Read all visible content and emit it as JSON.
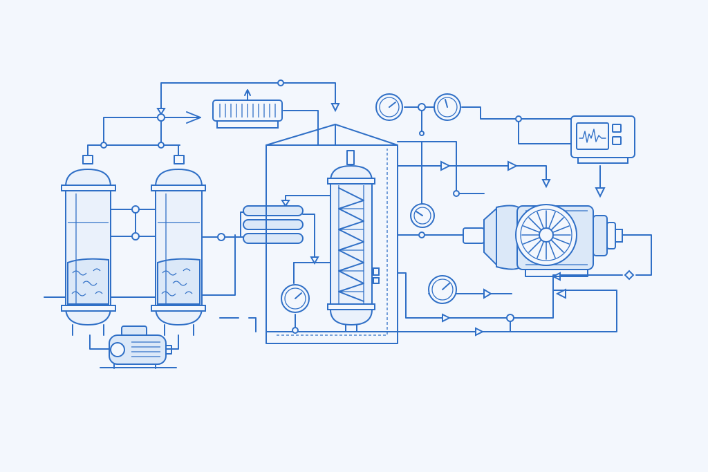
{
  "colors": {
    "background": "#f3f7fd",
    "line": "#2f6fc6",
    "fill": "#dbe8f8"
  },
  "components": [
    {
      "name": "vessel-left",
      "icon": "pressure-vessel-icon"
    },
    {
      "name": "vessel-right",
      "icon": "pressure-vessel-icon"
    },
    {
      "name": "electric-motor-pump",
      "icon": "motor-icon"
    },
    {
      "name": "top-heat-exchanger",
      "icon": "finned-heat-exchanger-icon"
    },
    {
      "name": "tube-heat-exchanger",
      "icon": "tube-bundle-icon"
    },
    {
      "name": "distillation-column",
      "icon": "column-icon"
    },
    {
      "name": "turbine",
      "icon": "turbine-icon"
    },
    {
      "name": "monitor",
      "icon": "monitor-waveform-icon"
    },
    {
      "name": "gauges",
      "icon": "pressure-gauge-icon",
      "count": 5
    }
  ]
}
